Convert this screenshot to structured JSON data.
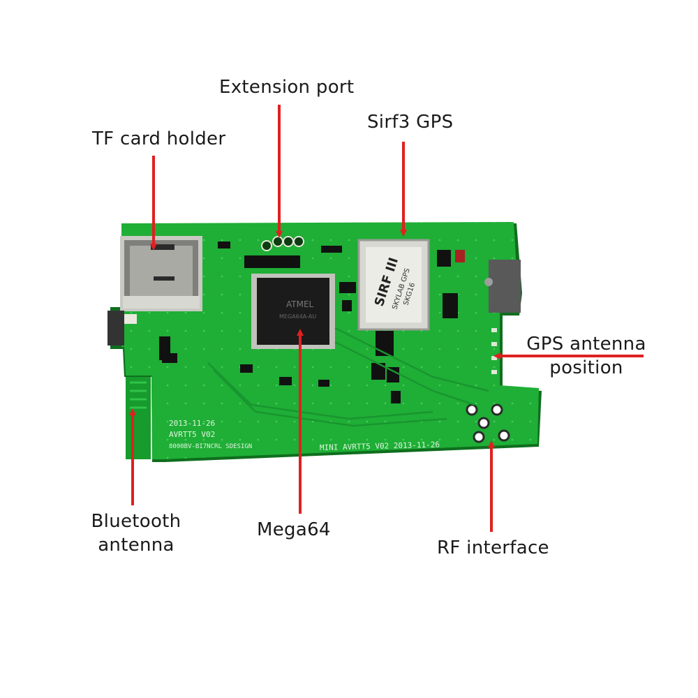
{
  "colors": {
    "pcb": "#1fae36",
    "pcb_dark": "#128a25",
    "arrow": "#e02020",
    "chip": "#1b1b1b",
    "text": "#1a1a1a"
  },
  "labels": {
    "extension_port": "Extension port",
    "sirf3_gps": "Sirf3 GPS",
    "tf_card_holder": "TF card holder",
    "gps_antenna_line1": "GPS antenna",
    "gps_antenna_line2": "position",
    "bluetooth_line1": "Bluetooth",
    "bluetooth_line2": "antenna",
    "mega64": "Mega64",
    "rf_interface": "RF interface"
  },
  "board": {
    "silk_left_1": "2013-11-26",
    "silk_left_2": "AVRTT5 V02",
    "silk_left_3": "8000BV-BI7NCRL SDESIGN",
    "silk_bottom": "MINI AVRTT5 V02   2013-11-26",
    "gps_module_line1": "SIRF III",
    "gps_module_line2": "SKYLAB GPS",
    "gps_module_line3": "SKG16"
  },
  "icons": {
    "arrows": "red-arrow-icon",
    "microcontroller": "atmel-logo-icon"
  }
}
